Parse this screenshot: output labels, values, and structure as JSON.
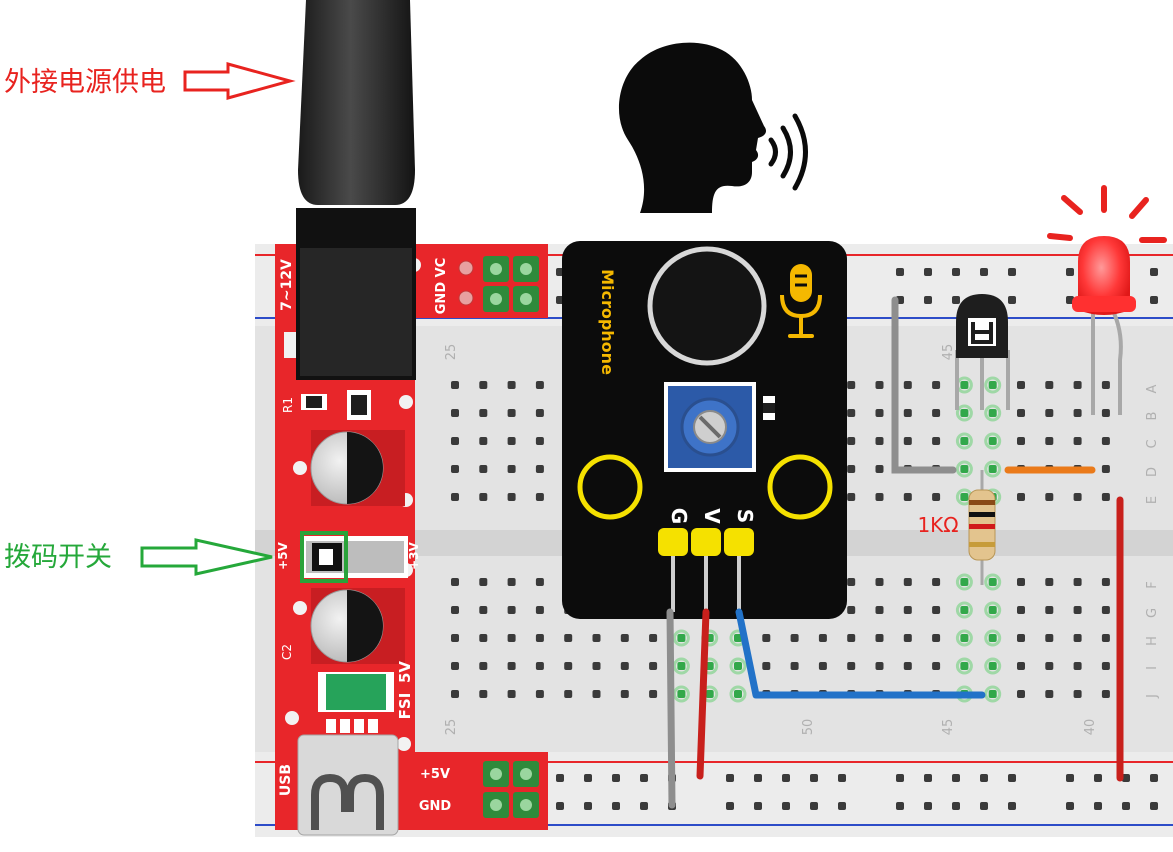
{
  "annotations": {
    "external_power": "外接电源供电",
    "dip_switch": "拨码开关"
  },
  "power_module": {
    "input_voltage": "7~12V",
    "top_rail_labels": "GND VC",
    "r1": "R1",
    "c2": "C2",
    "switch_left": "+5V",
    "switch_right": "+3V",
    "fsi": "FSI",
    "five_v": "5V",
    "usb": "USB",
    "bottom_plus": "+5V",
    "bottom_gnd": "GND"
  },
  "breadboard": {
    "col_25_top": "25",
    "col_25_bottom": "25",
    "col_50": "50",
    "col_45_top": "45",
    "col_45_bottom": "45",
    "col_40": "40",
    "rows_top": [
      "A",
      "B",
      "C",
      "D",
      "E"
    ],
    "rows_bottom": [
      "F",
      "G",
      "H",
      "I",
      "J"
    ]
  },
  "module": {
    "title": "Microphone",
    "pin_g": "G",
    "pin_v": "V",
    "pin_s": "S"
  },
  "resistor_label": "1KΩ",
  "colors": {
    "annotation_red": "#e8231f",
    "annotation_green": "#25a83a",
    "power_board": "#e8262a",
    "module_board": "#0c0c0c",
    "module_text": "#f5b800",
    "wire_gray": "#8e8e8e",
    "wire_red": "#c8201c",
    "wire_blue": "#2272c8",
    "wire_orange": "#ea7a1a",
    "led": "#ff2e2e"
  }
}
